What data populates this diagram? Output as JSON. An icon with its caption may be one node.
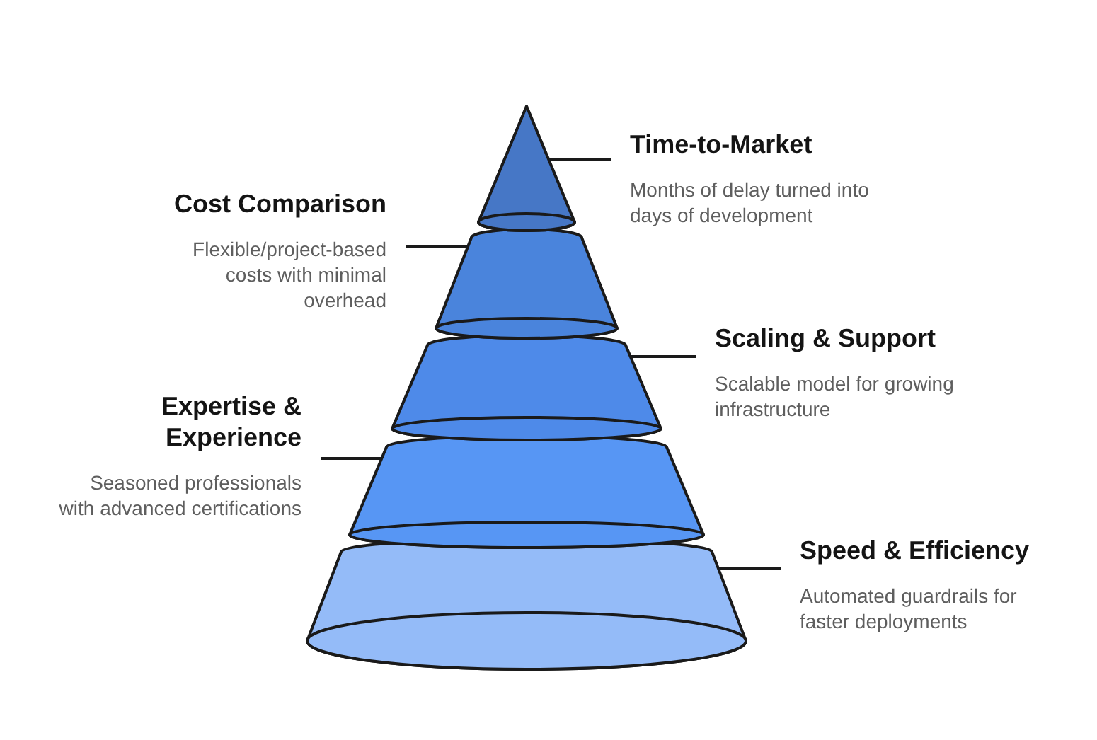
{
  "diagram": {
    "nodes": [
      {
        "text": [
          "Time-to-Market",
          "Months of delay turned into days of development"
        ]
      },
      {
        "text": [
          "Cost Comparison",
          "Flexible/project-based costs with minimal overhead"
        ]
      },
      {
        "text": [
          "Scaling & Support",
          "Scalable model for growing infrastructure"
        ]
      },
      {
        "text": [
          "Expertise & Experience",
          "Seasoned professionals with advanced certifications"
        ]
      },
      {
        "text": [
          "Speed & Efficiency",
          "Automated guardrails for faster deployments"
        ]
      },
      {
        "text": [],
        "shape": "cone"
      },
      {
        "text": [],
        "shape": "frustum"
      },
      {
        "text": [],
        "shape": "frustum"
      },
      {
        "text": [],
        "shape": "frustum"
      },
      {
        "text": [],
        "shape": "frustum"
      }
    ],
    "edges": [
      {
        "from": 0,
        "to": 5,
        "arrow": "none"
      },
      {
        "from": 1,
        "to": 6,
        "arrow": "none"
      },
      {
        "from": 2,
        "to": 7,
        "arrow": "none"
      },
      {
        "from": 3,
        "to": 8,
        "arrow": "none"
      },
      {
        "from": 4,
        "to": 9,
        "arrow": "none"
      }
    ]
  }
}
